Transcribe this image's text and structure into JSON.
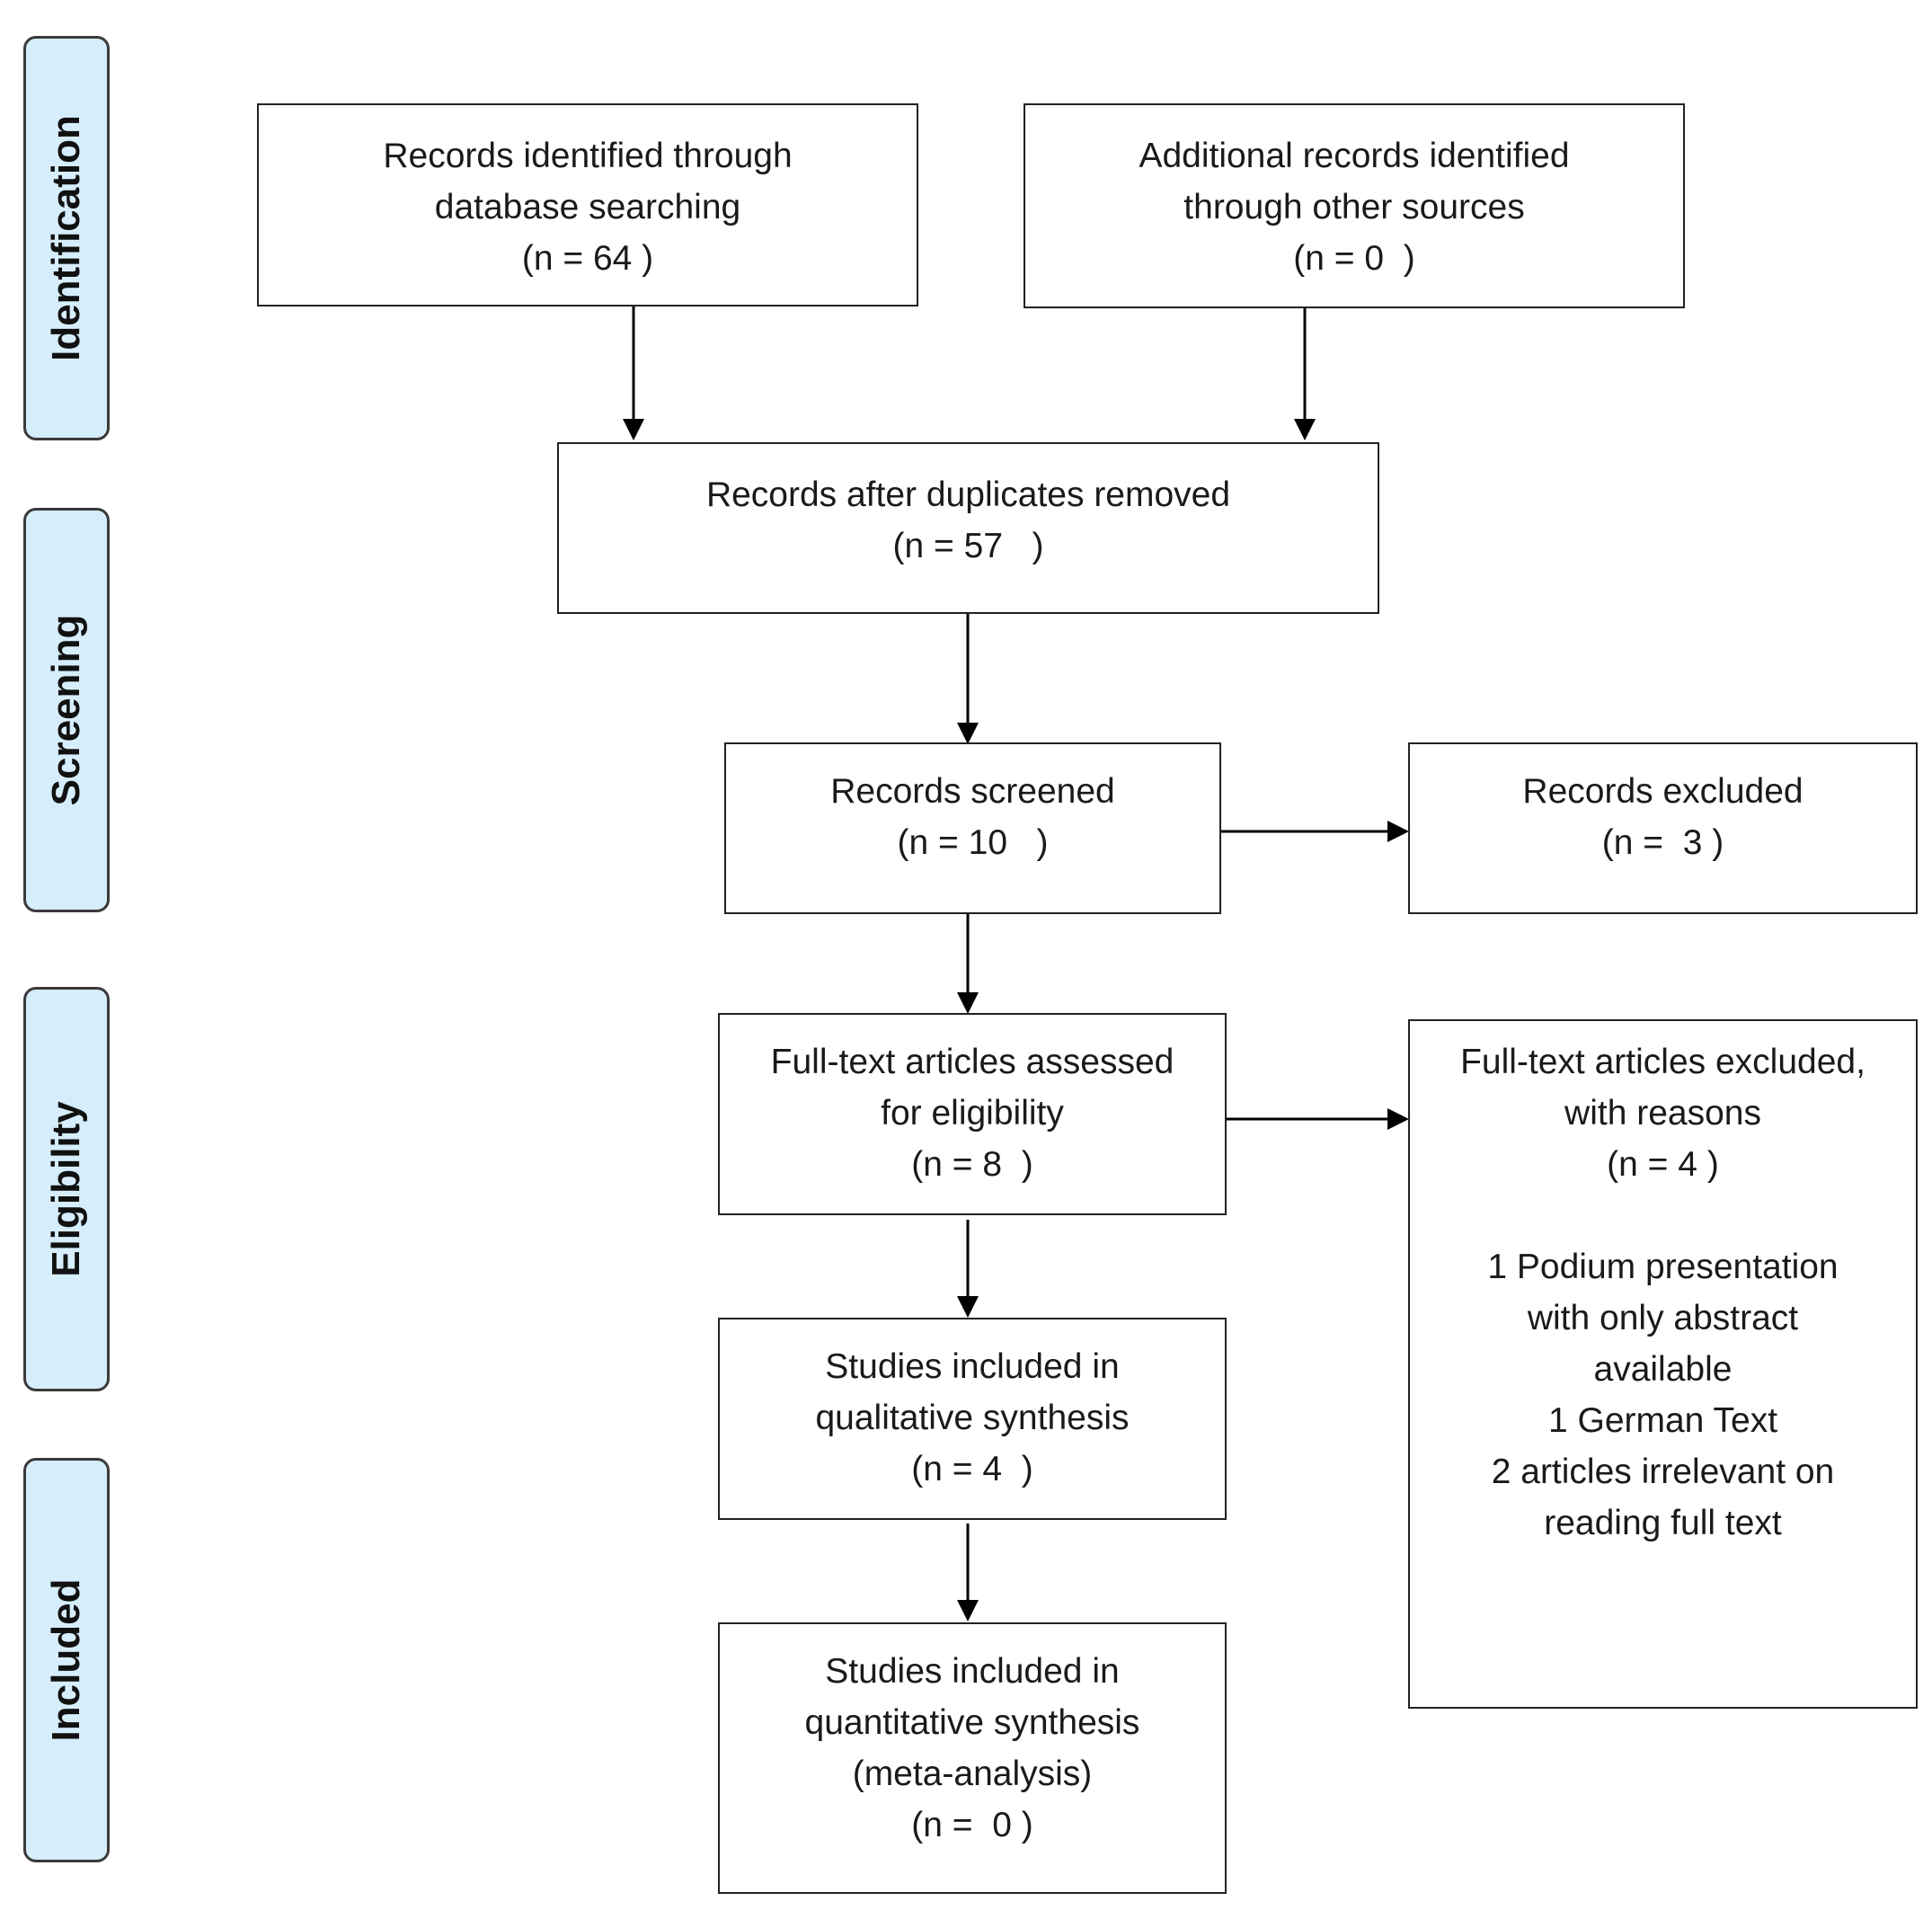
{
  "phases": {
    "identification": "Identification",
    "screening": "Screening",
    "eligibility": "Eligibility",
    "included": "Included"
  },
  "boxes": {
    "database": {
      "line1": "Records identified through",
      "line2": "database searching",
      "count": "(n = 64 )"
    },
    "other_sources": {
      "line1": "Additional records identified",
      "line2": "through other sources",
      "count": "(n = 0  )"
    },
    "duplicates_removed": {
      "line1": "Records after duplicates removed",
      "count": "(n = 57   )"
    },
    "screened": {
      "line1": "Records screened",
      "count": "(n = 10   )"
    },
    "excluded": {
      "line1": "Records excluded",
      "count": "(n =  3 )"
    },
    "full_text_assessed": {
      "line1": "Full-text articles assessed",
      "line2": "for eligibility",
      "count": "(n = 8  )"
    },
    "full_text_excluded": {
      "line1": "Full-text articles excluded,",
      "line2": "with reasons",
      "count": "(n = 4 )",
      "reasons": [
        "1 Podium presentation",
        "with only abstract",
        "available",
        "1 German Text",
        "2 articles irrelevant on",
        "reading full text"
      ]
    },
    "qualitative": {
      "line1": "Studies included in",
      "line2": "qualitative synthesis",
      "count": "(n = 4  )"
    },
    "quantitative": {
      "line1": "Studies included in",
      "line2": "quantitative synthesis",
      "line3": "(meta-analysis)",
      "count": "(n =  0 )"
    }
  },
  "colors": {
    "phase_fill": "#d6eefb",
    "border": "#222222",
    "arrow": "#000000"
  }
}
